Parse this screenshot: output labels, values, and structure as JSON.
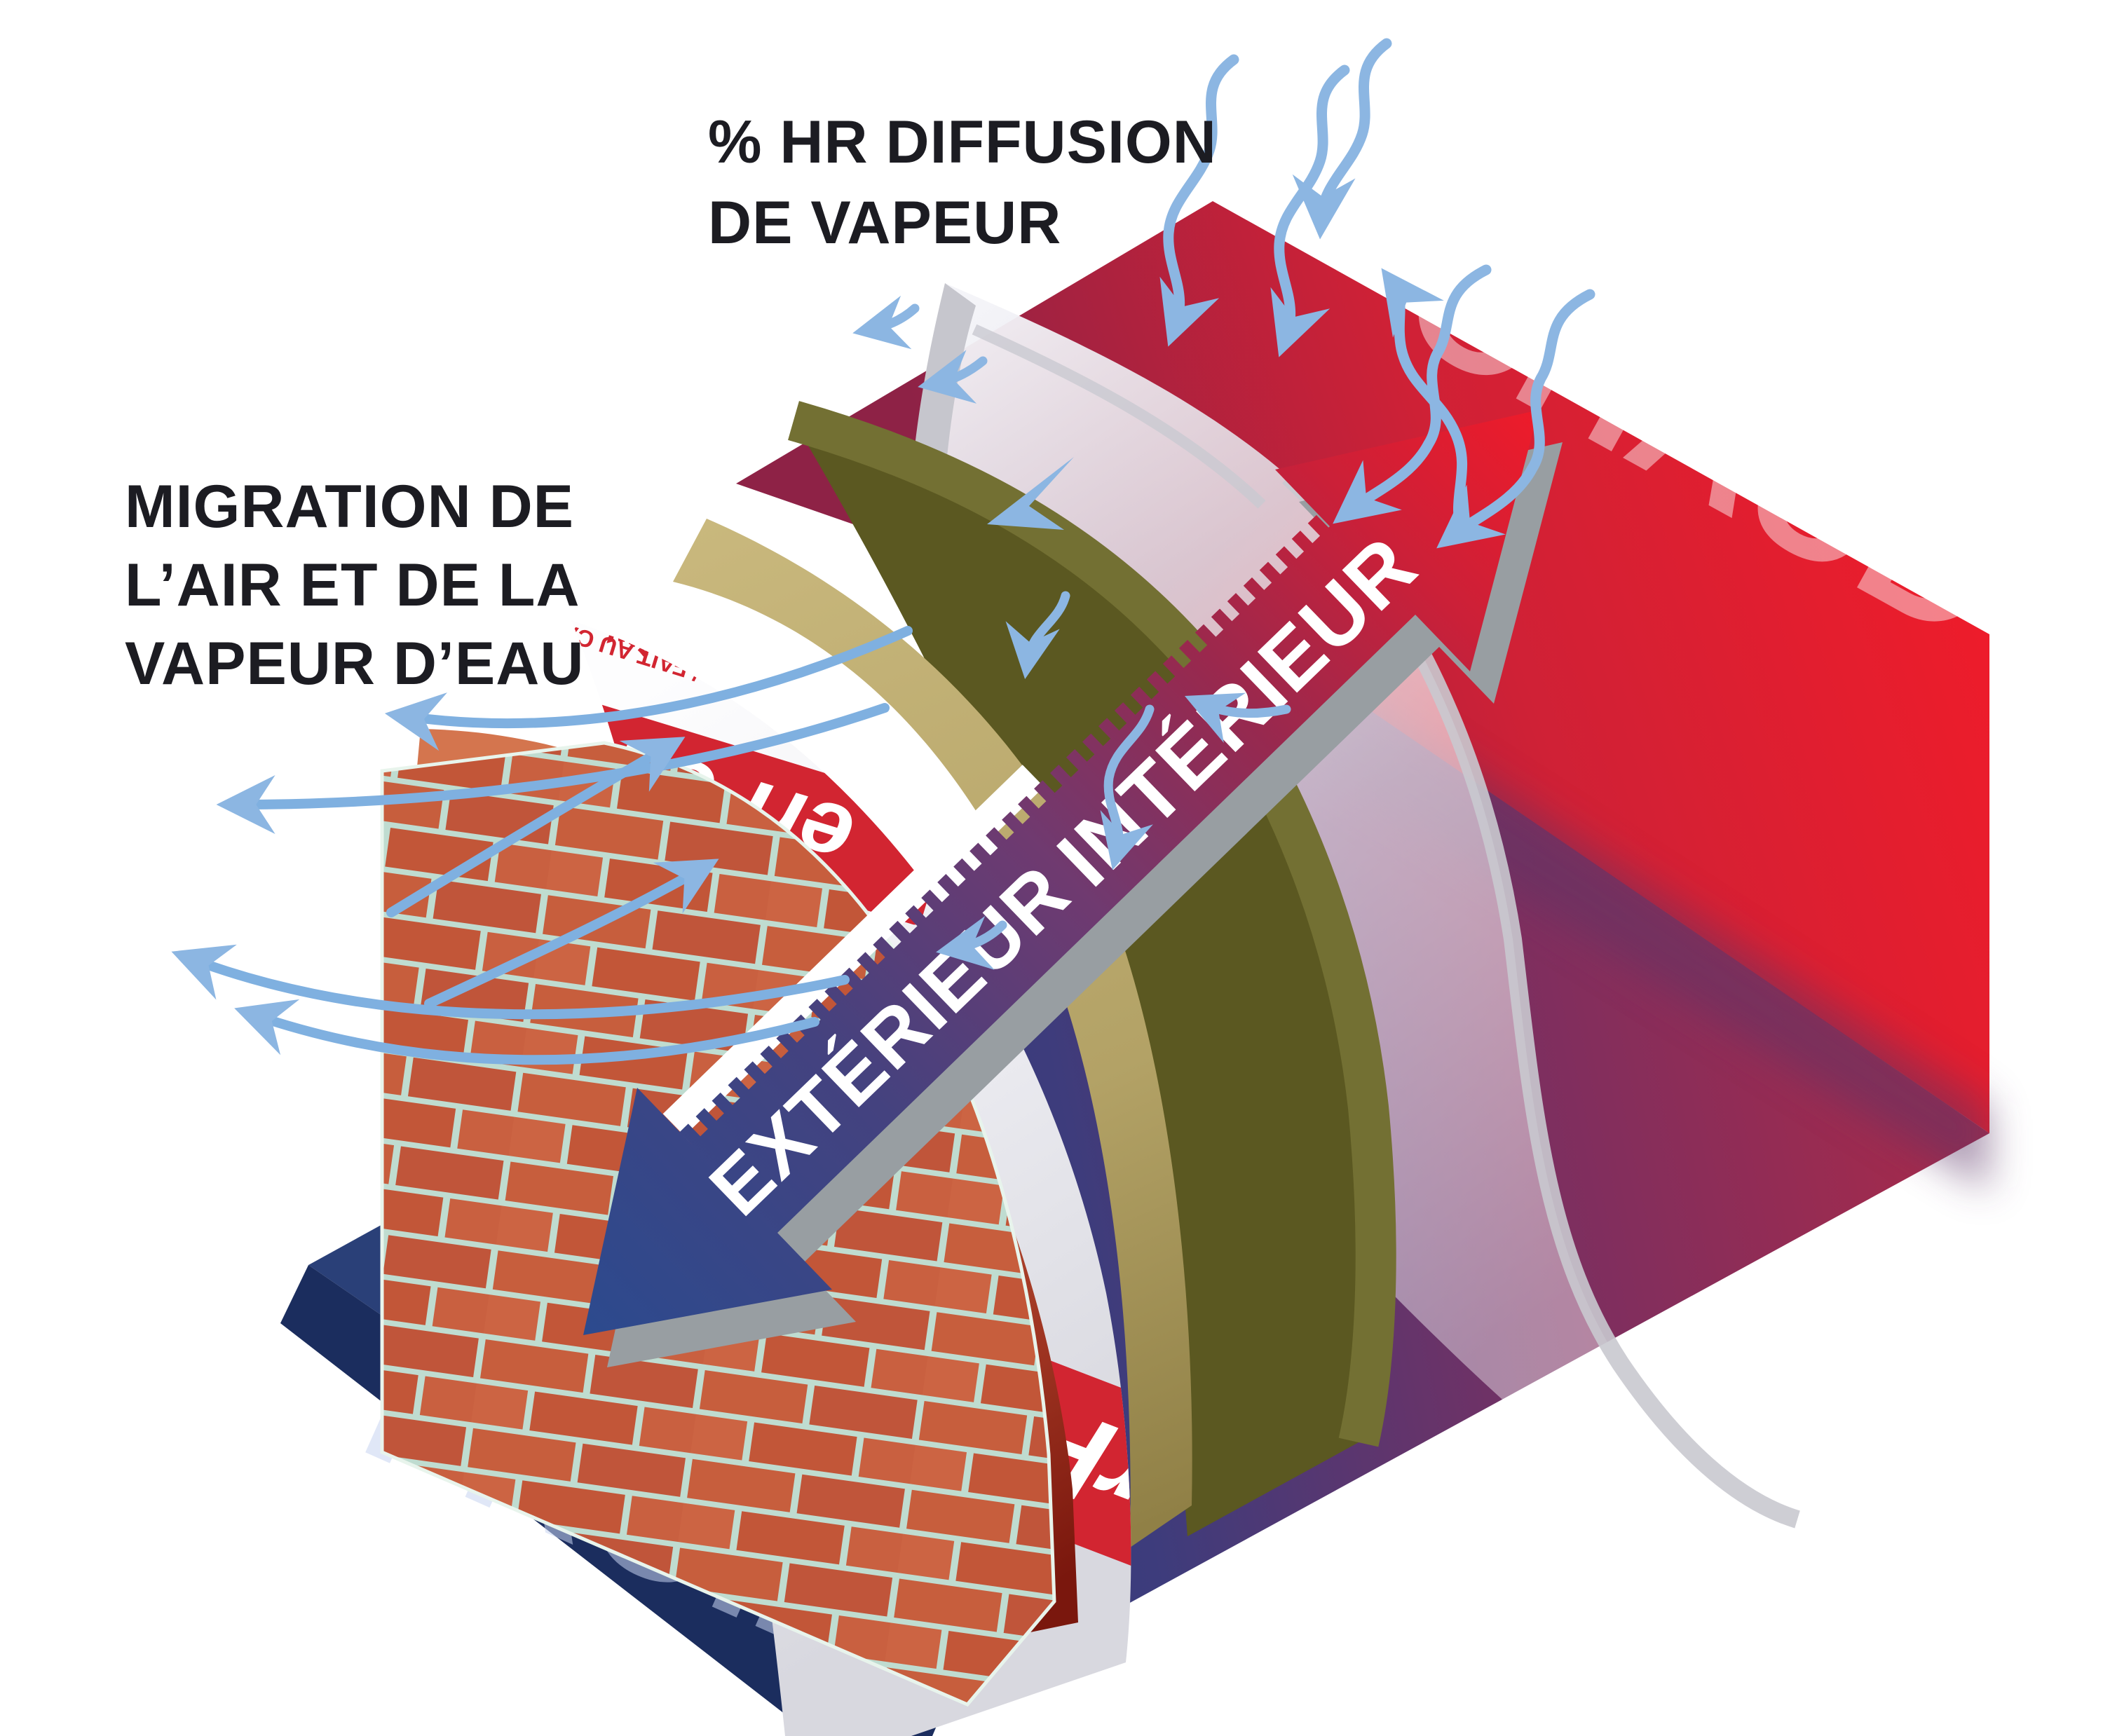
{
  "labels": {
    "vapor_diffusion": {
      "lines": [
        "% HR DIFFUSION",
        "DE VAPEUR"
      ]
    },
    "air_migration": {
      "lines": [
        "MIGRATION DE",
        "L’AIR ET DE LA",
        "VAPEUR D’EAU"
      ]
    }
  },
  "zones": {
    "warm": "CHAUD",
    "cold": "FROID"
  },
  "arrow": {
    "interior": "INTÉRIEUR",
    "exterior": "EXTÉRIEUR"
  },
  "membrane": {
    "brand_fragment": "erFoil",
    "origin_text": "MADE IN CANADA / FAIT AU CANADA"
  },
  "icons": {
    "vapor_arrow": "wavy-arrow",
    "air_loop_arrow": "elliptical-arrow",
    "diffusion_arrow": "small-curved-arrow",
    "logo_shield": "maple-shield"
  },
  "colors": {
    "warm_wall_red": "#ee1b2a",
    "warm_wall_deep": "#8e2246",
    "cold_floor_blue": "#2a4078",
    "arrow_exterior_blue": "#2c4a8e",
    "arrow_interior_red": "#ee1b2a",
    "flow_arrow_blue": "#8cb6e2",
    "brick_orange": "#c75e3d",
    "mortar_mint": "#bfdcd0",
    "air_gap_salmon": "#c05a3a",
    "membrane_white": "#ececf1",
    "membrane_brand_red": "#d22531",
    "strapping_tan": "#c9b87d",
    "insulation_olive": "#5b5822",
    "film_gray": "#d9d9de",
    "label_black": "#1c1c22",
    "zone_text_translucent": "rgba(255,255,255,0.48)"
  }
}
